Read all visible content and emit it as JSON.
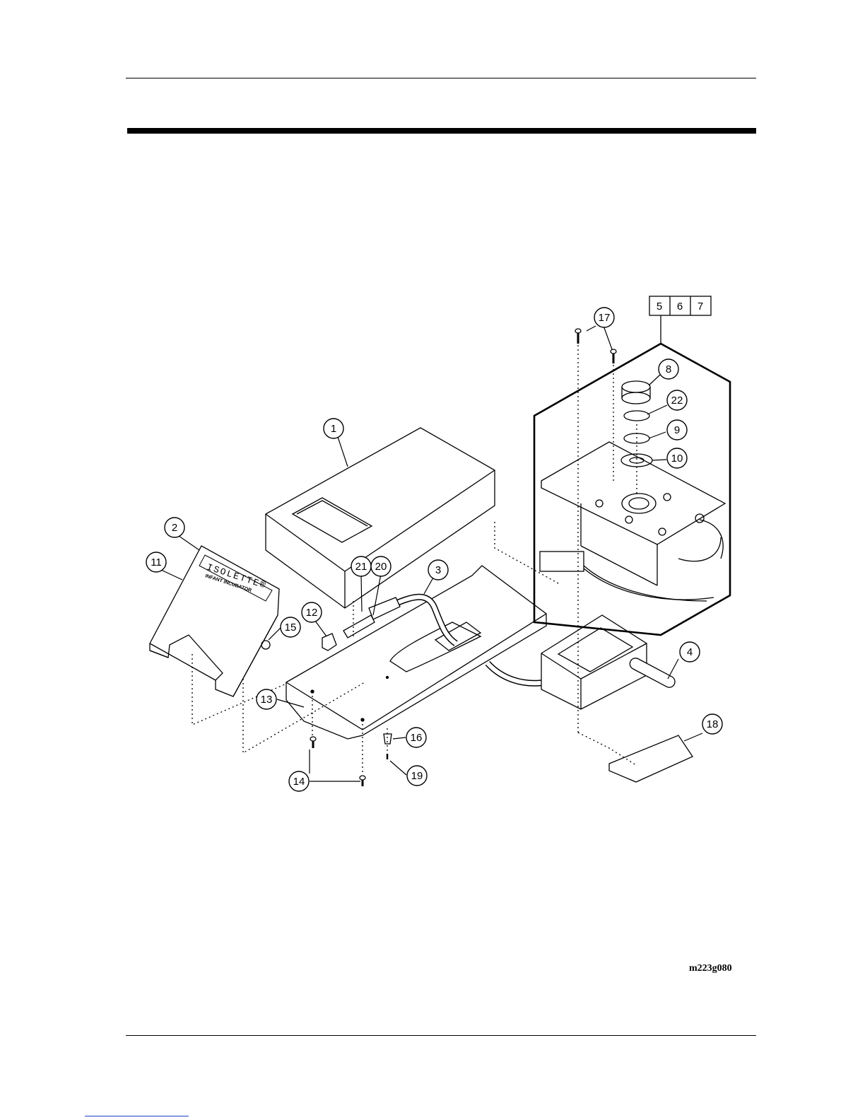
{
  "figure": {
    "id": "m223g080",
    "brand_label": "ISOLETTE®",
    "brand_sublabel": "INFANT INCUBATOR",
    "inset_box_labels": [
      "5",
      "6",
      "7"
    ],
    "callouts": [
      "1",
      "2",
      "3",
      "4",
      "8",
      "9",
      "10",
      "11",
      "12",
      "13",
      "14",
      "15",
      "16",
      "17",
      "18",
      "19",
      "20",
      "21",
      "22"
    ]
  }
}
